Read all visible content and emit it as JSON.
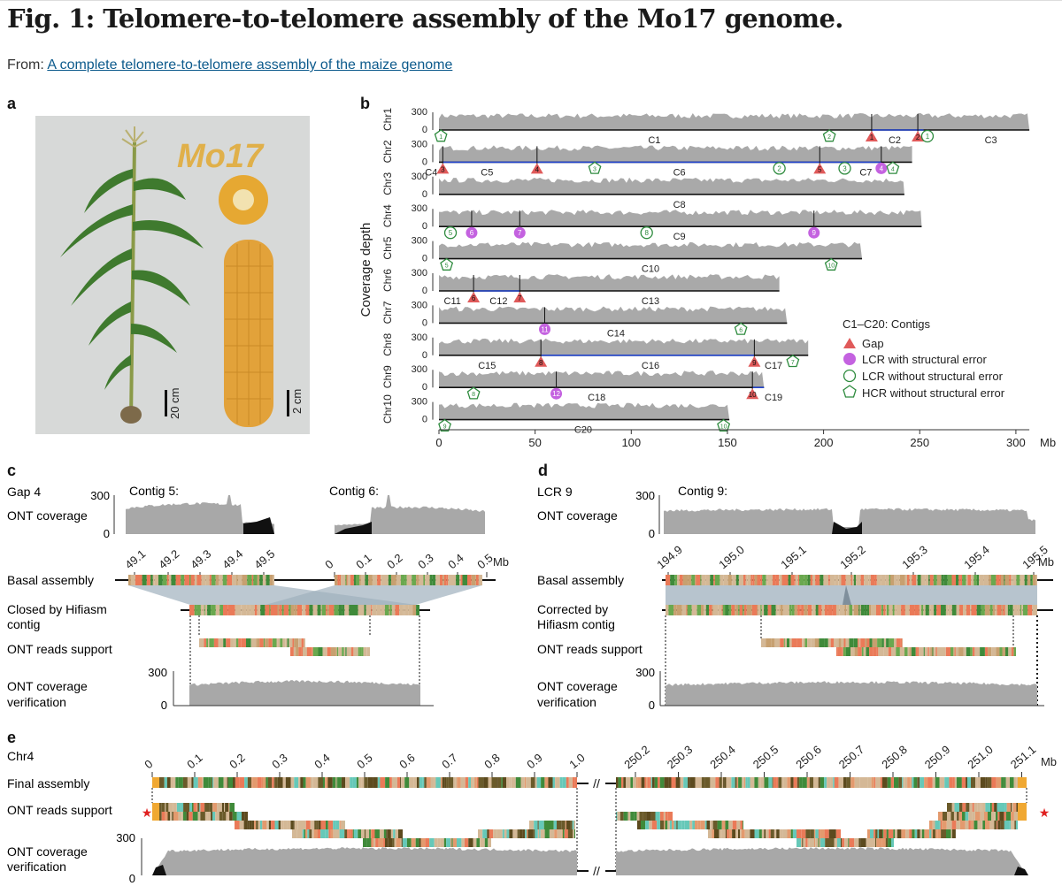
{
  "header": {
    "figure_title": "Fig. 1: Telomere-to-telomere assembly of the Mo17 genome.",
    "from_prefix": "From: ",
    "source_link": "A complete telomere-to-telomere assembly of the maize genome"
  },
  "panels": {
    "a": "a",
    "b": "b",
    "c": "c",
    "d": "d",
    "e": "e"
  },
  "panel_a": {
    "logo_text": "Mo17",
    "scale_plant": "20 cm",
    "scale_ear": "2 cm"
  },
  "panel_b": {
    "ylabel": "Coverage depth",
    "tick_300": "300",
    "tick_0": "0",
    "chromosomes": [
      {
        "name": "Chr1",
        "length": 307
      },
      {
        "name": "Chr2",
        "length": 246
      },
      {
        "name": "Chr3",
        "length": 242
      },
      {
        "name": "Chr4",
        "length": 251
      },
      {
        "name": "Chr5",
        "length": 220
      },
      {
        "name": "Chr6",
        "length": 177
      },
      {
        "name": "Chr7",
        "length": 181
      },
      {
        "name": "Chr8",
        "length": 192
      },
      {
        "name": "Chr9",
        "length": 169
      },
      {
        "name": "Chr10",
        "length": 151
      }
    ],
    "contigs": [
      {
        "label": "C1",
        "chr": 0,
        "pos": 112
      },
      {
        "label": "C2",
        "chr": 0,
        "pos": 237
      },
      {
        "label": "C3",
        "chr": 0,
        "pos": 287
      },
      {
        "label": "C4",
        "chr": 1,
        "pos": -4
      },
      {
        "label": "C5",
        "chr": 1,
        "pos": 25
      },
      {
        "label": "C6",
        "chr": 1,
        "pos": 125
      },
      {
        "label": "C7",
        "chr": 1,
        "pos": 222
      },
      {
        "label": "C8",
        "chr": 2,
        "pos": 125
      },
      {
        "label": "C9",
        "chr": 3,
        "pos": 125
      },
      {
        "label": "C10",
        "chr": 4,
        "pos": 110
      },
      {
        "label": "C11",
        "chr": 5,
        "pos": 7
      },
      {
        "label": "C12",
        "chr": 5,
        "pos": 31
      },
      {
        "label": "C13",
        "chr": 5,
        "pos": 110
      },
      {
        "label": "C14",
        "chr": 6,
        "pos": 92
      },
      {
        "label": "C15",
        "chr": 7,
        "pos": 25
      },
      {
        "label": "C16",
        "chr": 7,
        "pos": 110
      },
      {
        "label": "C17",
        "chr": 7,
        "pos": 174
      },
      {
        "label": "C18",
        "chr": 8,
        "pos": 82
      },
      {
        "label": "C19",
        "chr": 8,
        "pos": 174
      },
      {
        "label": "C20",
        "chr": 9,
        "pos": 75
      }
    ],
    "gaps": [
      {
        "id": "1",
        "chr": 0,
        "pos": 225
      },
      {
        "id": "2",
        "chr": 0,
        "pos": 249
      },
      {
        "id": "3",
        "chr": 1,
        "pos": 2
      },
      {
        "id": "4",
        "chr": 1,
        "pos": 51
      },
      {
        "id": "5",
        "chr": 1,
        "pos": 198
      },
      {
        "id": "6",
        "chr": 5,
        "pos": 18
      },
      {
        "id": "7",
        "chr": 5,
        "pos": 42
      },
      {
        "id": "8",
        "chr": 7,
        "pos": 53
      },
      {
        "id": "9",
        "chr": 7,
        "pos": 164
      },
      {
        "id": "10",
        "chr": 8,
        "pos": 163
      }
    ],
    "lcr_error": [
      {
        "id": "4",
        "chr": 1,
        "pos": 230
      },
      {
        "id": "6",
        "chr": 3,
        "pos": 17
      },
      {
        "id": "7",
        "chr": 3,
        "pos": 42
      },
      {
        "id": "9",
        "chr": 3,
        "pos": 195
      },
      {
        "id": "11",
        "chr": 6,
        "pos": 55
      },
      {
        "id": "12",
        "chr": 8,
        "pos": 61
      }
    ],
    "lcr_ok": [
      {
        "id": "1",
        "chr": 0,
        "pos": 254
      },
      {
        "id": "2",
        "chr": 1,
        "pos": 177
      },
      {
        "id": "3",
        "chr": 1,
        "pos": 211
      },
      {
        "id": "5",
        "chr": 3,
        "pos": 6
      },
      {
        "id": "8",
        "chr": 3,
        "pos": 108
      }
    ],
    "hcr_ok": [
      {
        "id": "1",
        "chr": 0,
        "pos": 1
      },
      {
        "id": "2",
        "chr": 0,
        "pos": 203
      },
      {
        "id": "3",
        "chr": 1,
        "pos": 81
      },
      {
        "id": "4",
        "chr": 1,
        "pos": 236
      },
      {
        "id": "5",
        "chr": 4,
        "pos": 4
      },
      {
        "id": "10",
        "chr": 4,
        "pos": 204
      },
      {
        "id": "6",
        "chr": 6,
        "pos": 157
      },
      {
        "id": "7",
        "chr": 7,
        "pos": 184
      },
      {
        "id": "8",
        "chr": 8,
        "pos": 18
      },
      {
        "id": "9",
        "chr": 9,
        "pos": 3
      },
      {
        "id": "10",
        "chr": 9,
        "pos": 148
      }
    ],
    "xticks": [
      "0",
      "50",
      "100",
      "150",
      "200",
      "250",
      "300"
    ],
    "xunit": "Mb",
    "legend": {
      "title": "C1–C20: Contigs",
      "gap": "Gap",
      "lcr_error": "LCR with structural error",
      "lcr_ok": "LCR without structural error",
      "hcr_ok": "HCR without structural error"
    },
    "colors": {
      "gap": "#e05a5a",
      "lcr_error": "#c462e0",
      "outline": "#2e8b3e",
      "coverage": "#a9a9a9",
      "contig_join": "#2244cc"
    }
  },
  "panel_c": {
    "title": "Gap 4",
    "ont_coverage": "ONT coverage",
    "contig5": "Contig 5:",
    "contig6": "Contig 6:",
    "tick_300": "300",
    "tick_0": "0",
    "ticks_left": [
      "49.1",
      "49.2",
      "49.3",
      "49.4",
      "49.5"
    ],
    "ticks_right": [
      "0",
      "0.1",
      "0.2",
      "0.3",
      "0.4",
      "0.5"
    ],
    "unit": "Mb",
    "basal": "Basal assembly",
    "closed_1": "Closed by Hifiasm",
    "closed_2": "contig",
    "reads": "ONT reads support",
    "verif_1": "ONT coverage",
    "verif_2": "verification"
  },
  "panel_d": {
    "title": "LCR 9",
    "ont_coverage": "ONT coverage",
    "contig9": "Contig 9:",
    "tick_300": "300",
    "tick_0": "0",
    "ticks": [
      "194.9",
      "195.0",
      "195.1",
      "195.2",
      "195.3",
      "195.4",
      "195.5"
    ],
    "unit": "Mb",
    "basal": "Basal assembly",
    "corrected_1": "Corrected by",
    "corrected_2": "Hifiasm contig",
    "reads": "ONT reads support",
    "verif_1": "ONT coverage",
    "verif_2": "verification"
  },
  "panel_e": {
    "title": "Chr4",
    "ticks_left": [
      "0",
      "0.1",
      "0.2",
      "0.3",
      "0.4",
      "0.5",
      "0.6",
      "0.7",
      "0.8",
      "0.9",
      "1.0"
    ],
    "ticks_right": [
      "250.2",
      "250.3",
      "250.4",
      "250.5",
      "250.6",
      "250.7",
      "250.8",
      "250.9",
      "251.0",
      "251.1"
    ],
    "unit": "Mb",
    "final": "Final assembly",
    "reads": "ONT reads support",
    "verif_1": "ONT coverage",
    "verif_2": "verification",
    "tick_300": "300",
    "tick_0": "0"
  }
}
